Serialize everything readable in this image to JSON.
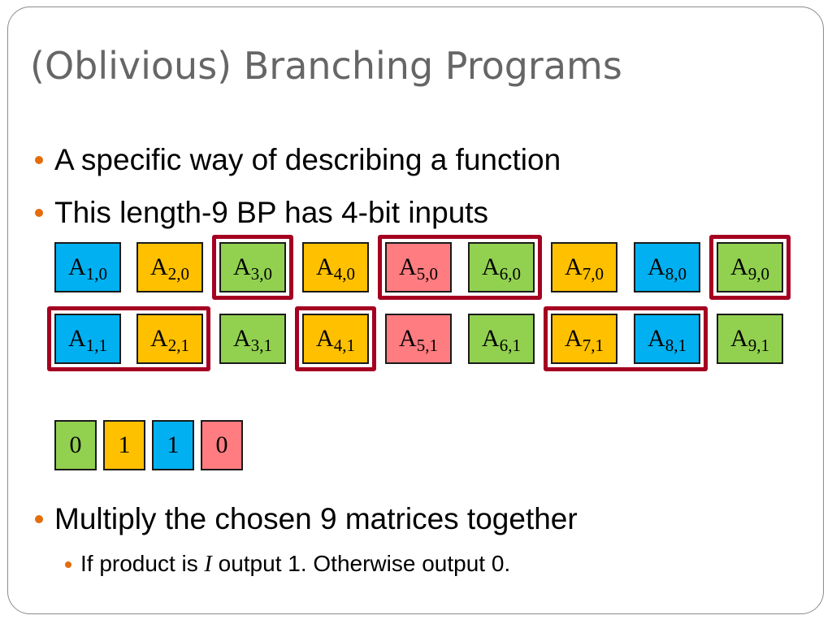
{
  "title": "(Oblivious) Branching Programs",
  "colors": {
    "blue": "#00b0f0",
    "yellow": "#ffc000",
    "green": "#92d050",
    "pink": "#ff7c80",
    "highlight": "#a50021",
    "bullet": "#e46c0a"
  },
  "bullets": {
    "b1": "A specific way of describing a function",
    "b2": "This length-9 BP has 4-bit inputs",
    "b3": "Multiply the chosen 9 matrices together",
    "sub1_before": "If product is ",
    "sub1_var": "I",
    "sub1_after": " output 1.  Otherwise output 0."
  },
  "matrices": {
    "letter": "A",
    "columns": [
      {
        "index": "1",
        "color": "blue",
        "selected_bit": "1"
      },
      {
        "index": "2",
        "color": "yellow",
        "selected_bit": "1"
      },
      {
        "index": "3",
        "color": "green",
        "selected_bit": "0"
      },
      {
        "index": "4",
        "color": "yellow",
        "selected_bit": "1"
      },
      {
        "index": "5",
        "color": "pink",
        "selected_bit": "0"
      },
      {
        "index": "6",
        "color": "green",
        "selected_bit": "0"
      },
      {
        "index": "7",
        "color": "yellow",
        "selected_bit": "1"
      },
      {
        "index": "8",
        "color": "blue",
        "selected_bit": "1"
      },
      {
        "index": "9",
        "color": "green",
        "selected_bit": "0"
      }
    ],
    "rows": [
      "0",
      "1"
    ]
  },
  "input_bits": [
    {
      "value": "0",
      "color": "green"
    },
    {
      "value": "1",
      "color": "yellow"
    },
    {
      "value": "1",
      "color": "blue"
    },
    {
      "value": "0",
      "color": "pink"
    }
  ]
}
